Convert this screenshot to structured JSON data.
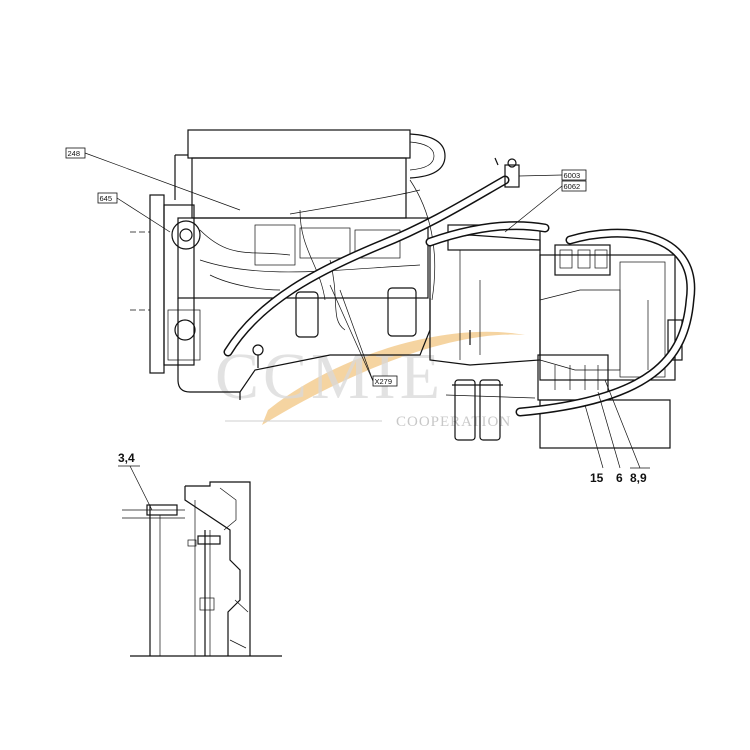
{
  "callouts": {
    "c248": "248",
    "c645": "645",
    "c6003": "6003",
    "c6062": "6062",
    "cx279": "X279"
  },
  "item_numbers": {
    "n15": "15",
    "n6": "6",
    "n89": "8,9",
    "n34": "3,4"
  },
  "watermark": {
    "brand": "CCMIE",
    "tagline": "COOPERATION",
    "swoosh_color": "#f3c98a"
  },
  "colors": {
    "line": "#111111",
    "background": "#ffffff"
  }
}
